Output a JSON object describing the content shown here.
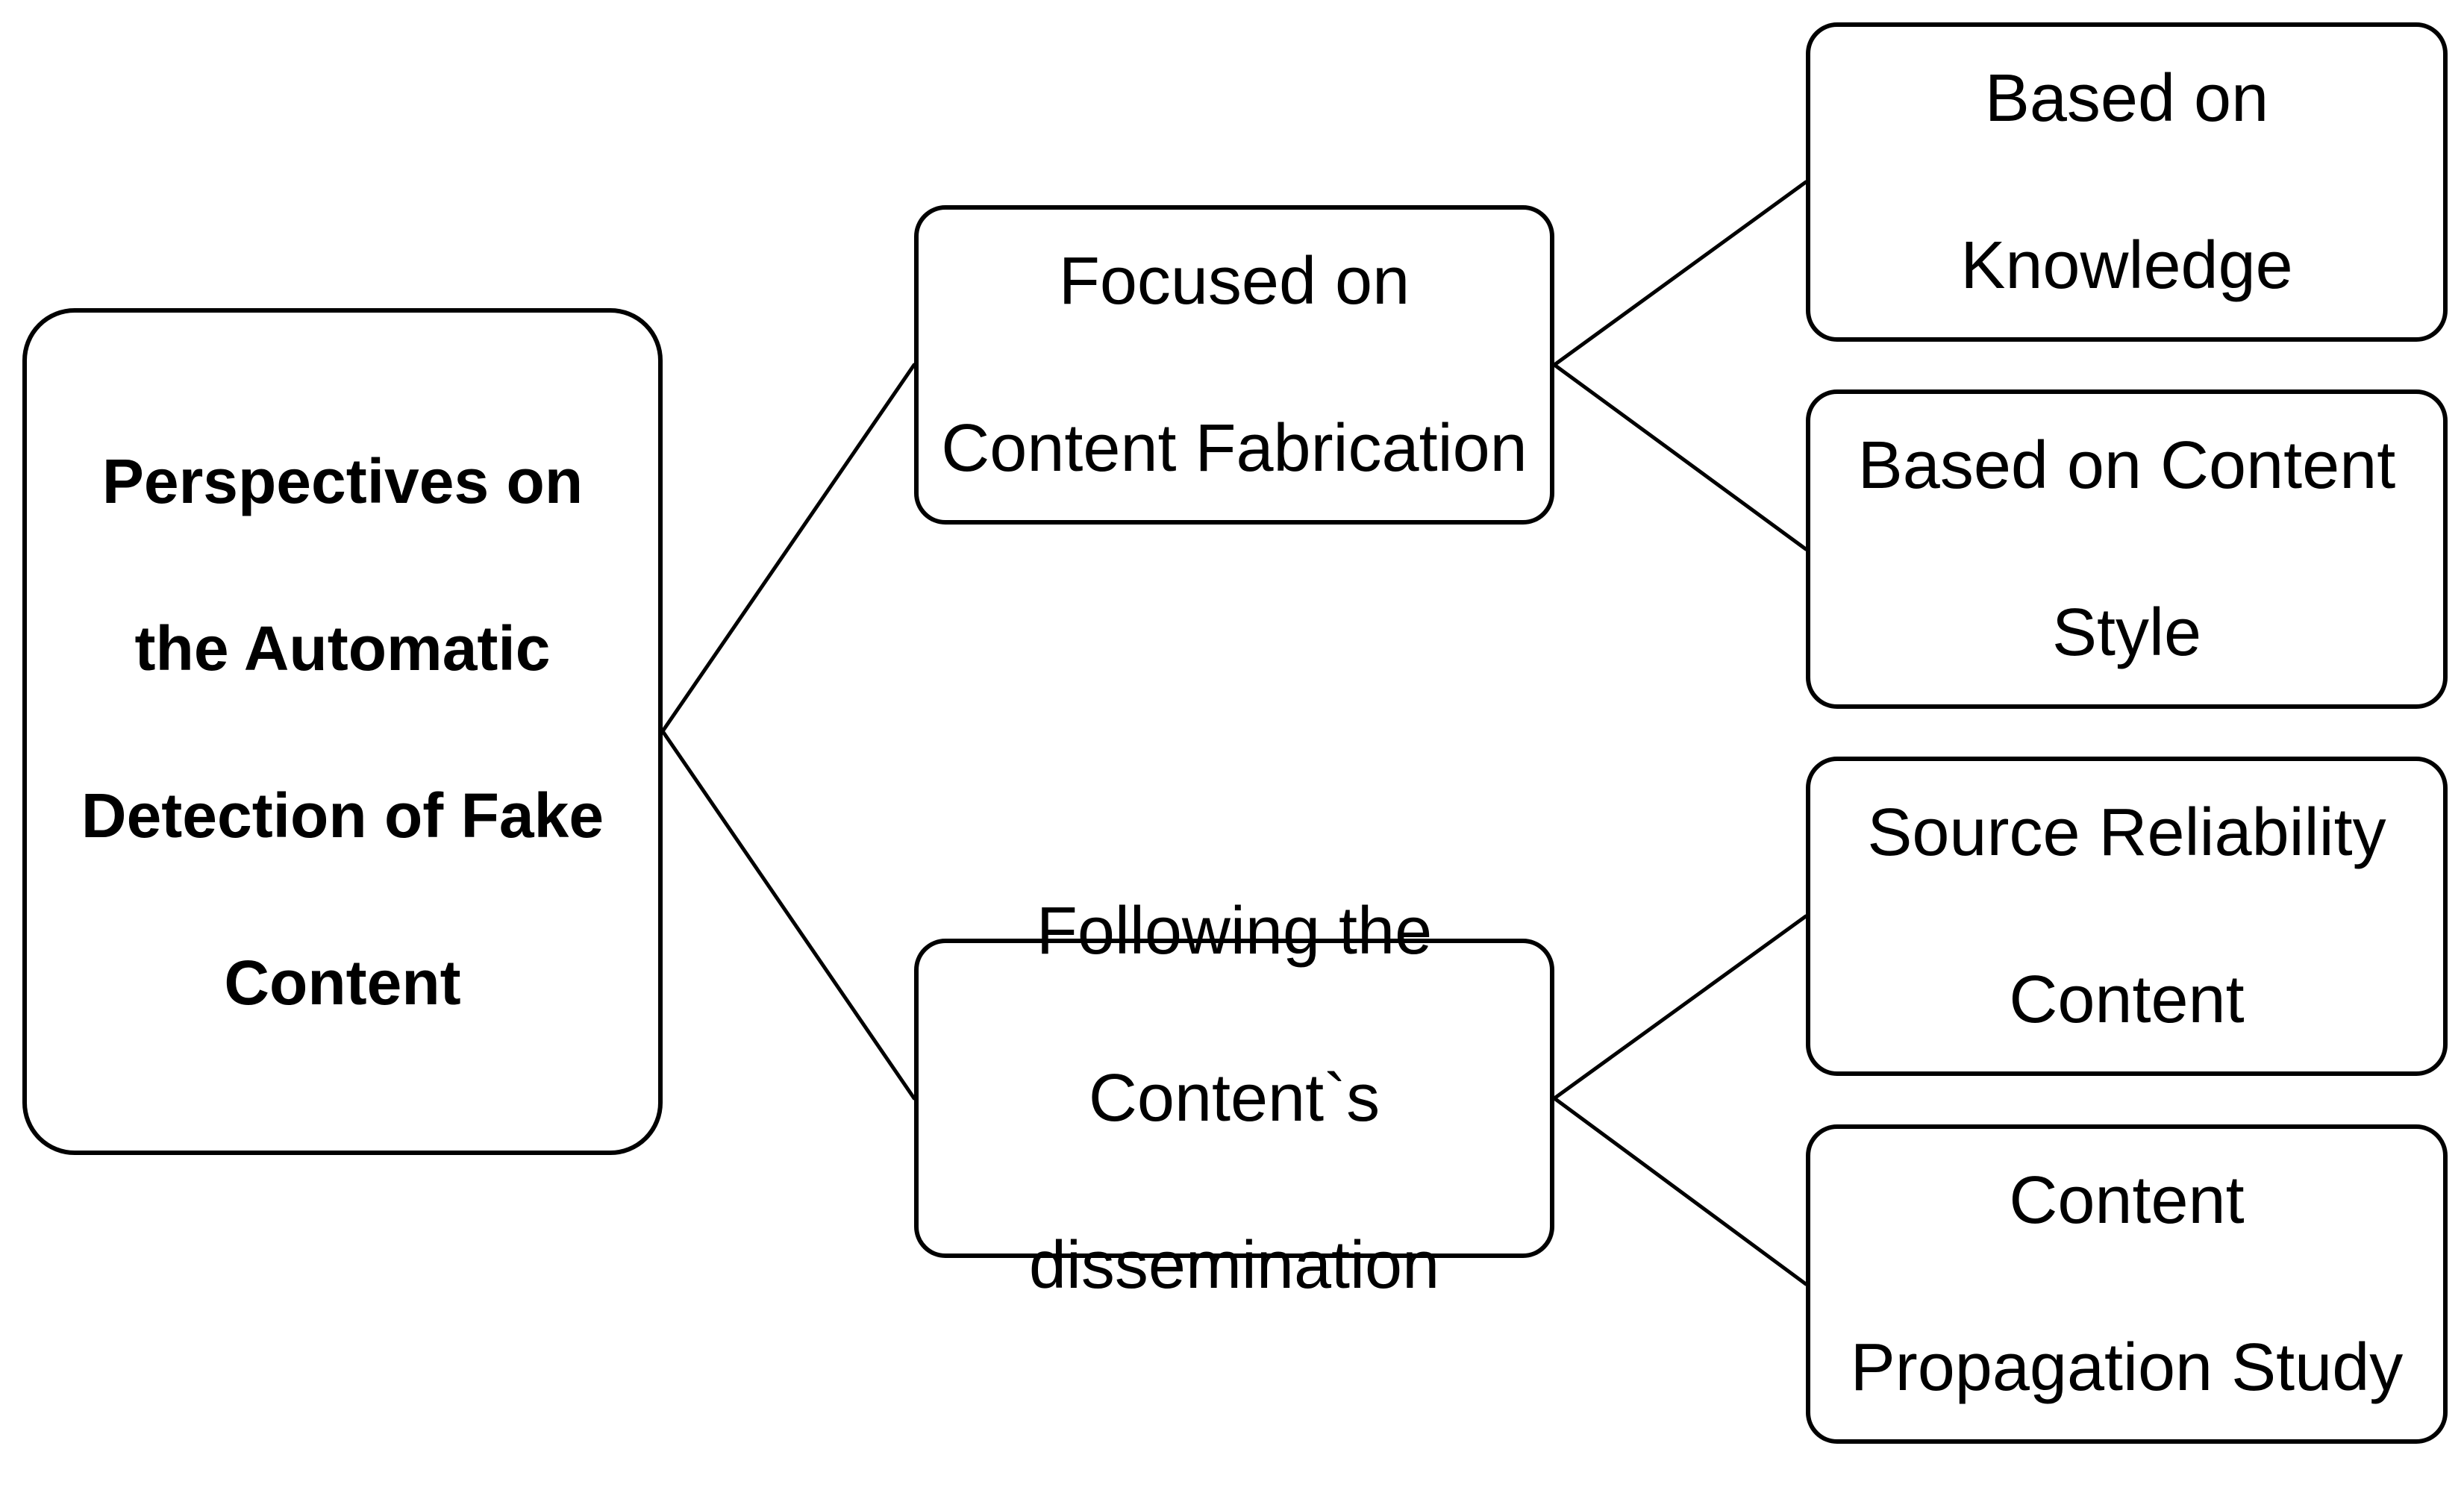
{
  "diagram": {
    "root": {
      "lines": [
        "Perspectives on",
        "the Automatic",
        "Detection of Fake",
        "Content"
      ]
    },
    "branches": [
      {
        "lines": [
          "Focused on",
          "Content Fabrication"
        ],
        "children": [
          {
            "lines": [
              "Based on",
              "Knowledge"
            ]
          },
          {
            "lines": [
              "Based on Content",
              "Style"
            ]
          }
        ]
      },
      {
        "lines": [
          "Following the",
          "Content`s",
          "dissemination"
        ],
        "children": [
          {
            "lines": [
              "Source Reliability",
              "Content"
            ]
          },
          {
            "lines": [
              "Content",
              "Propagation Study"
            ]
          }
        ]
      }
    ]
  }
}
